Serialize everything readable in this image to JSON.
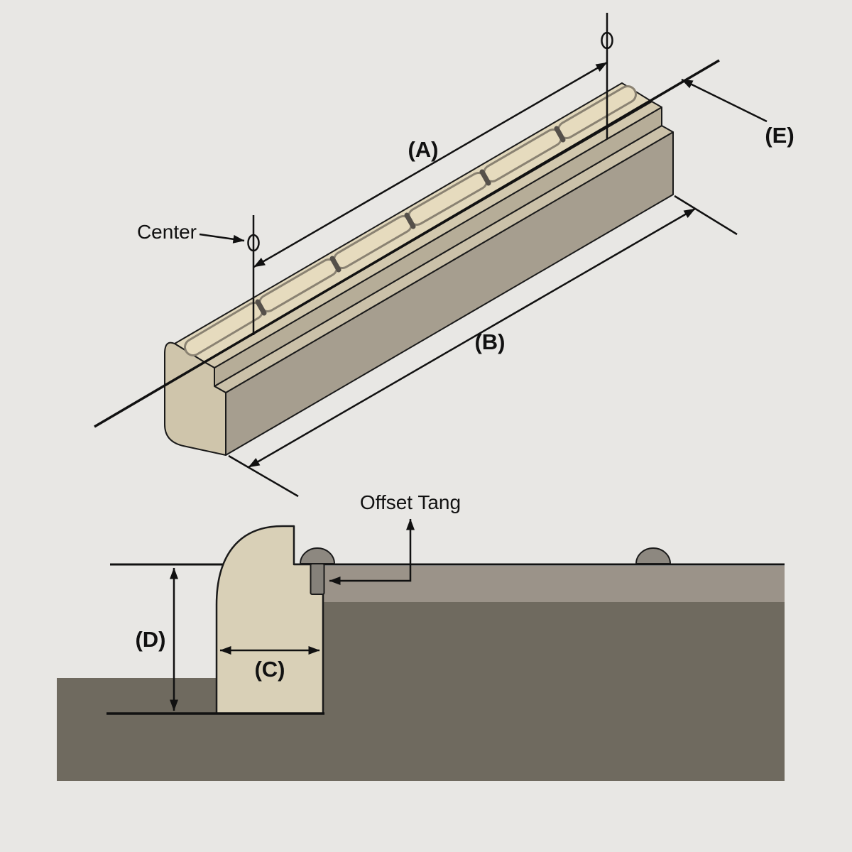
{
  "colors": {
    "background": "#e8e7e4",
    "outline": "#1a1a1a",
    "nut_front_face": "#a69e8f",
    "nut_step_face": "#b6ad98",
    "nut_ledge_top": "#cbc1a9",
    "nut_ledge_top2": "#d2c8ae",
    "nut_top_surface": "#e2d8bc",
    "nut_end_cap": "#cfc5ab",
    "ridge_fill": "#e6dbbe",
    "ridge_outline": "#8a8272",
    "slot_mark": "#55504a",
    "section_nut": "#d9d0b7",
    "fretboard": "#9b9389",
    "neck": "#6f6a5f",
    "fret": "#8d8880",
    "fret_tang": "#85817a"
  },
  "iso_view": {
    "label_a": "(A)",
    "label_b": "(B)",
    "label_e": "(E)",
    "center_label": "Center"
  },
  "section_view": {
    "label_c": "(C)",
    "label_d": "(D)",
    "offset_tang_label": "Offset Tang"
  }
}
